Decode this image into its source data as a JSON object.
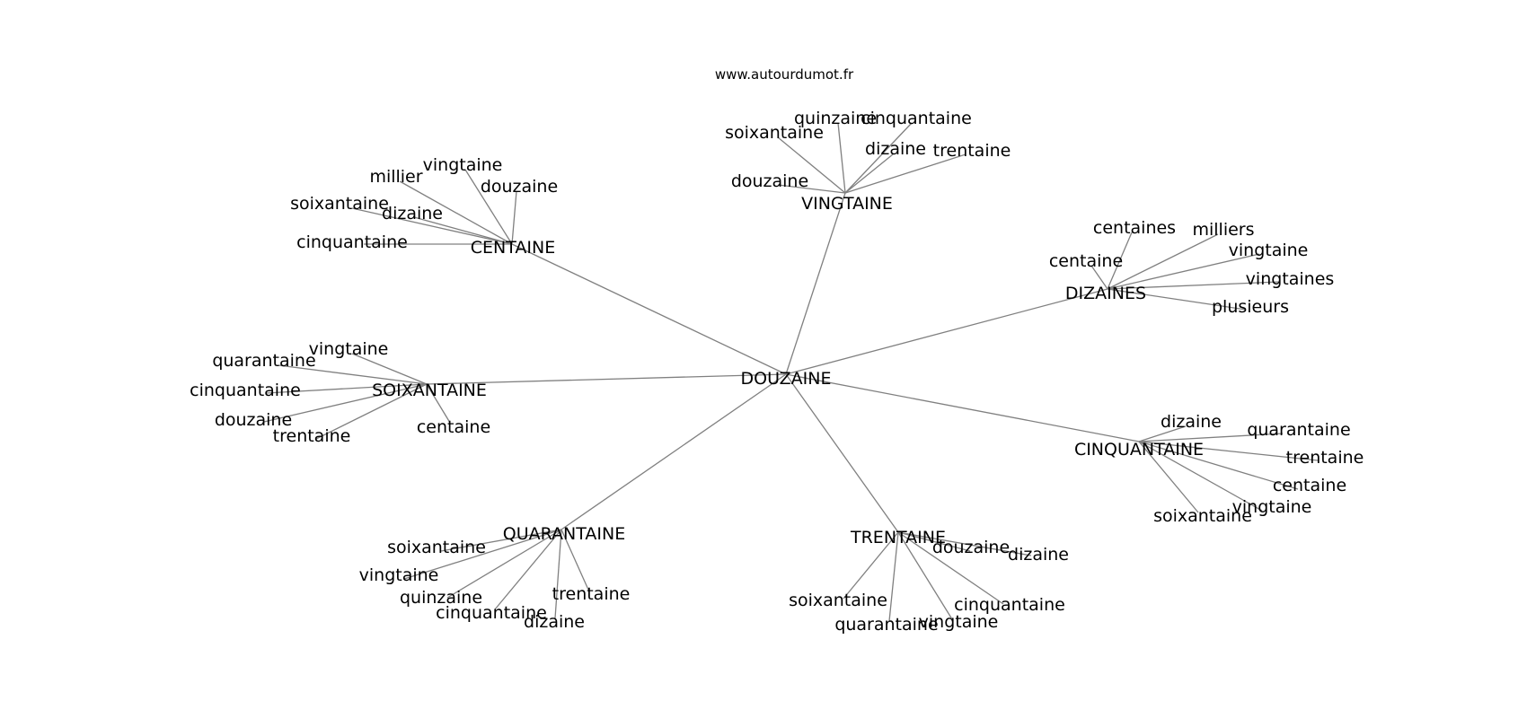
{
  "source": "www.autourdumot.fr",
  "center": {
    "label": "DOUZAINE"
  },
  "clusters": [
    {
      "label": "VINGTAINE",
      "children": [
        "quinzaine",
        "cinquantaine",
        "soixantaine",
        "dizaine",
        "trentaine",
        "douzaine"
      ]
    },
    {
      "label": "CENTAINE",
      "children": [
        "vingtaine",
        "millier",
        "douzaine",
        "soixantaine",
        "dizaine",
        "cinquantaine"
      ]
    },
    {
      "label": "DIZAINES",
      "children": [
        "centaines",
        "milliers",
        "vingtaine",
        "centaine",
        "vingtaines",
        "plusieurs"
      ]
    },
    {
      "label": "SOIXANTAINE",
      "children": [
        "vingtaine",
        "quarantaine",
        "cinquantaine",
        "douzaine",
        "trentaine",
        "centaine"
      ]
    },
    {
      "label": "CINQUANTAINE",
      "children": [
        "dizaine",
        "quarantaine",
        "trentaine",
        "centaine",
        "vingtaine",
        "soixantaine"
      ]
    },
    {
      "label": "QUARANTAINE",
      "children": [
        "soixantaine",
        "vingtaine",
        "quinzaine",
        "trentaine",
        "cinquantaine",
        "dizaine"
      ]
    },
    {
      "label": "TRENTAINE",
      "children": [
        "douzaine",
        "dizaine",
        "soixantaine",
        "cinquantaine",
        "quarantaine",
        "vingtaine"
      ]
    }
  ]
}
